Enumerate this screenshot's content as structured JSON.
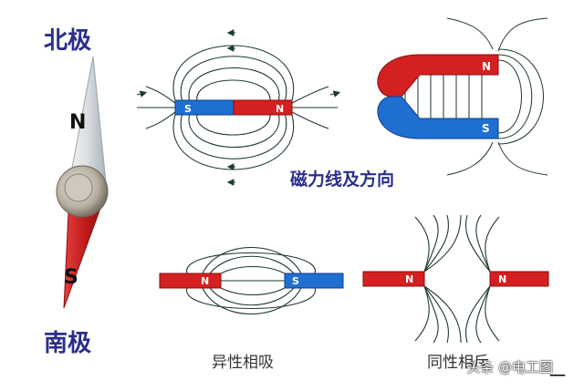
{
  "compass": {
    "north_label": "北极",
    "south_label": "南极",
    "needle_n": "N",
    "needle_s": "S"
  },
  "bar_magnet": {
    "s_label": "S",
    "n_label": "N"
  },
  "horseshoe": {
    "n_label": "N",
    "s_label": "S"
  },
  "field_title": "磁力线及方向",
  "attract": {
    "caption": "异性相吸",
    "left_label": "N",
    "right_label": "S"
  },
  "repel": {
    "caption": "同性相斥",
    "left_label": "N",
    "right_label": "N"
  },
  "watermark": "头条 @电工图",
  "fig_mark": "一",
  "colors": {
    "red": "#d42020",
    "blue": "#1f6fd1",
    "title": "#2a2e8c",
    "line": "#1e3a2a"
  }
}
